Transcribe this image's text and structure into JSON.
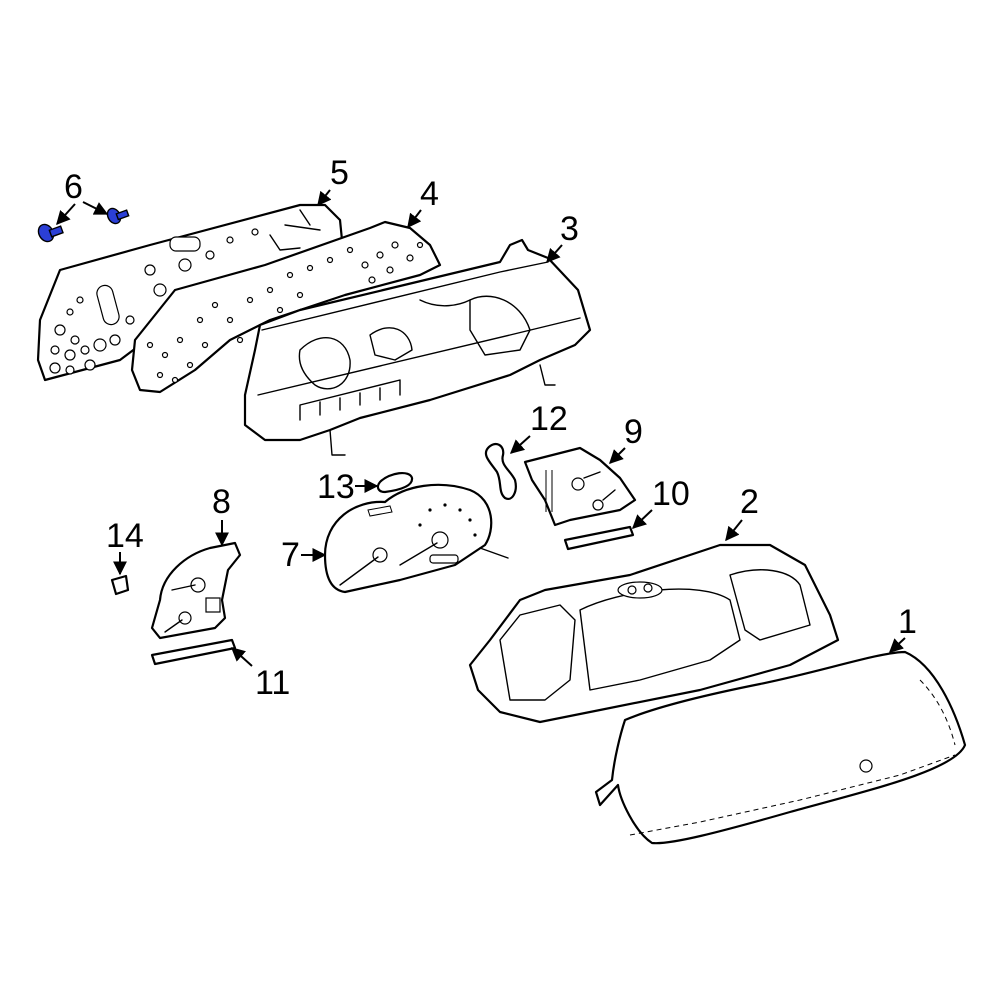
{
  "diagram": {
    "highlight_color": "#2b3fd6",
    "callouts": [
      {
        "id": "1",
        "label": "1"
      },
      {
        "id": "2",
        "label": "2"
      },
      {
        "id": "3",
        "label": "3"
      },
      {
        "id": "4",
        "label": "4"
      },
      {
        "id": "5",
        "label": "5"
      },
      {
        "id": "6",
        "label": "6"
      },
      {
        "id": "7",
        "label": "7"
      },
      {
        "id": "8",
        "label": "8"
      },
      {
        "id": "9",
        "label": "9"
      },
      {
        "id": "10",
        "label": "10"
      },
      {
        "id": "11",
        "label": "11"
      },
      {
        "id": "12",
        "label": "12"
      },
      {
        "id": "13",
        "label": "13"
      },
      {
        "id": "14",
        "label": "14"
      }
    ]
  }
}
